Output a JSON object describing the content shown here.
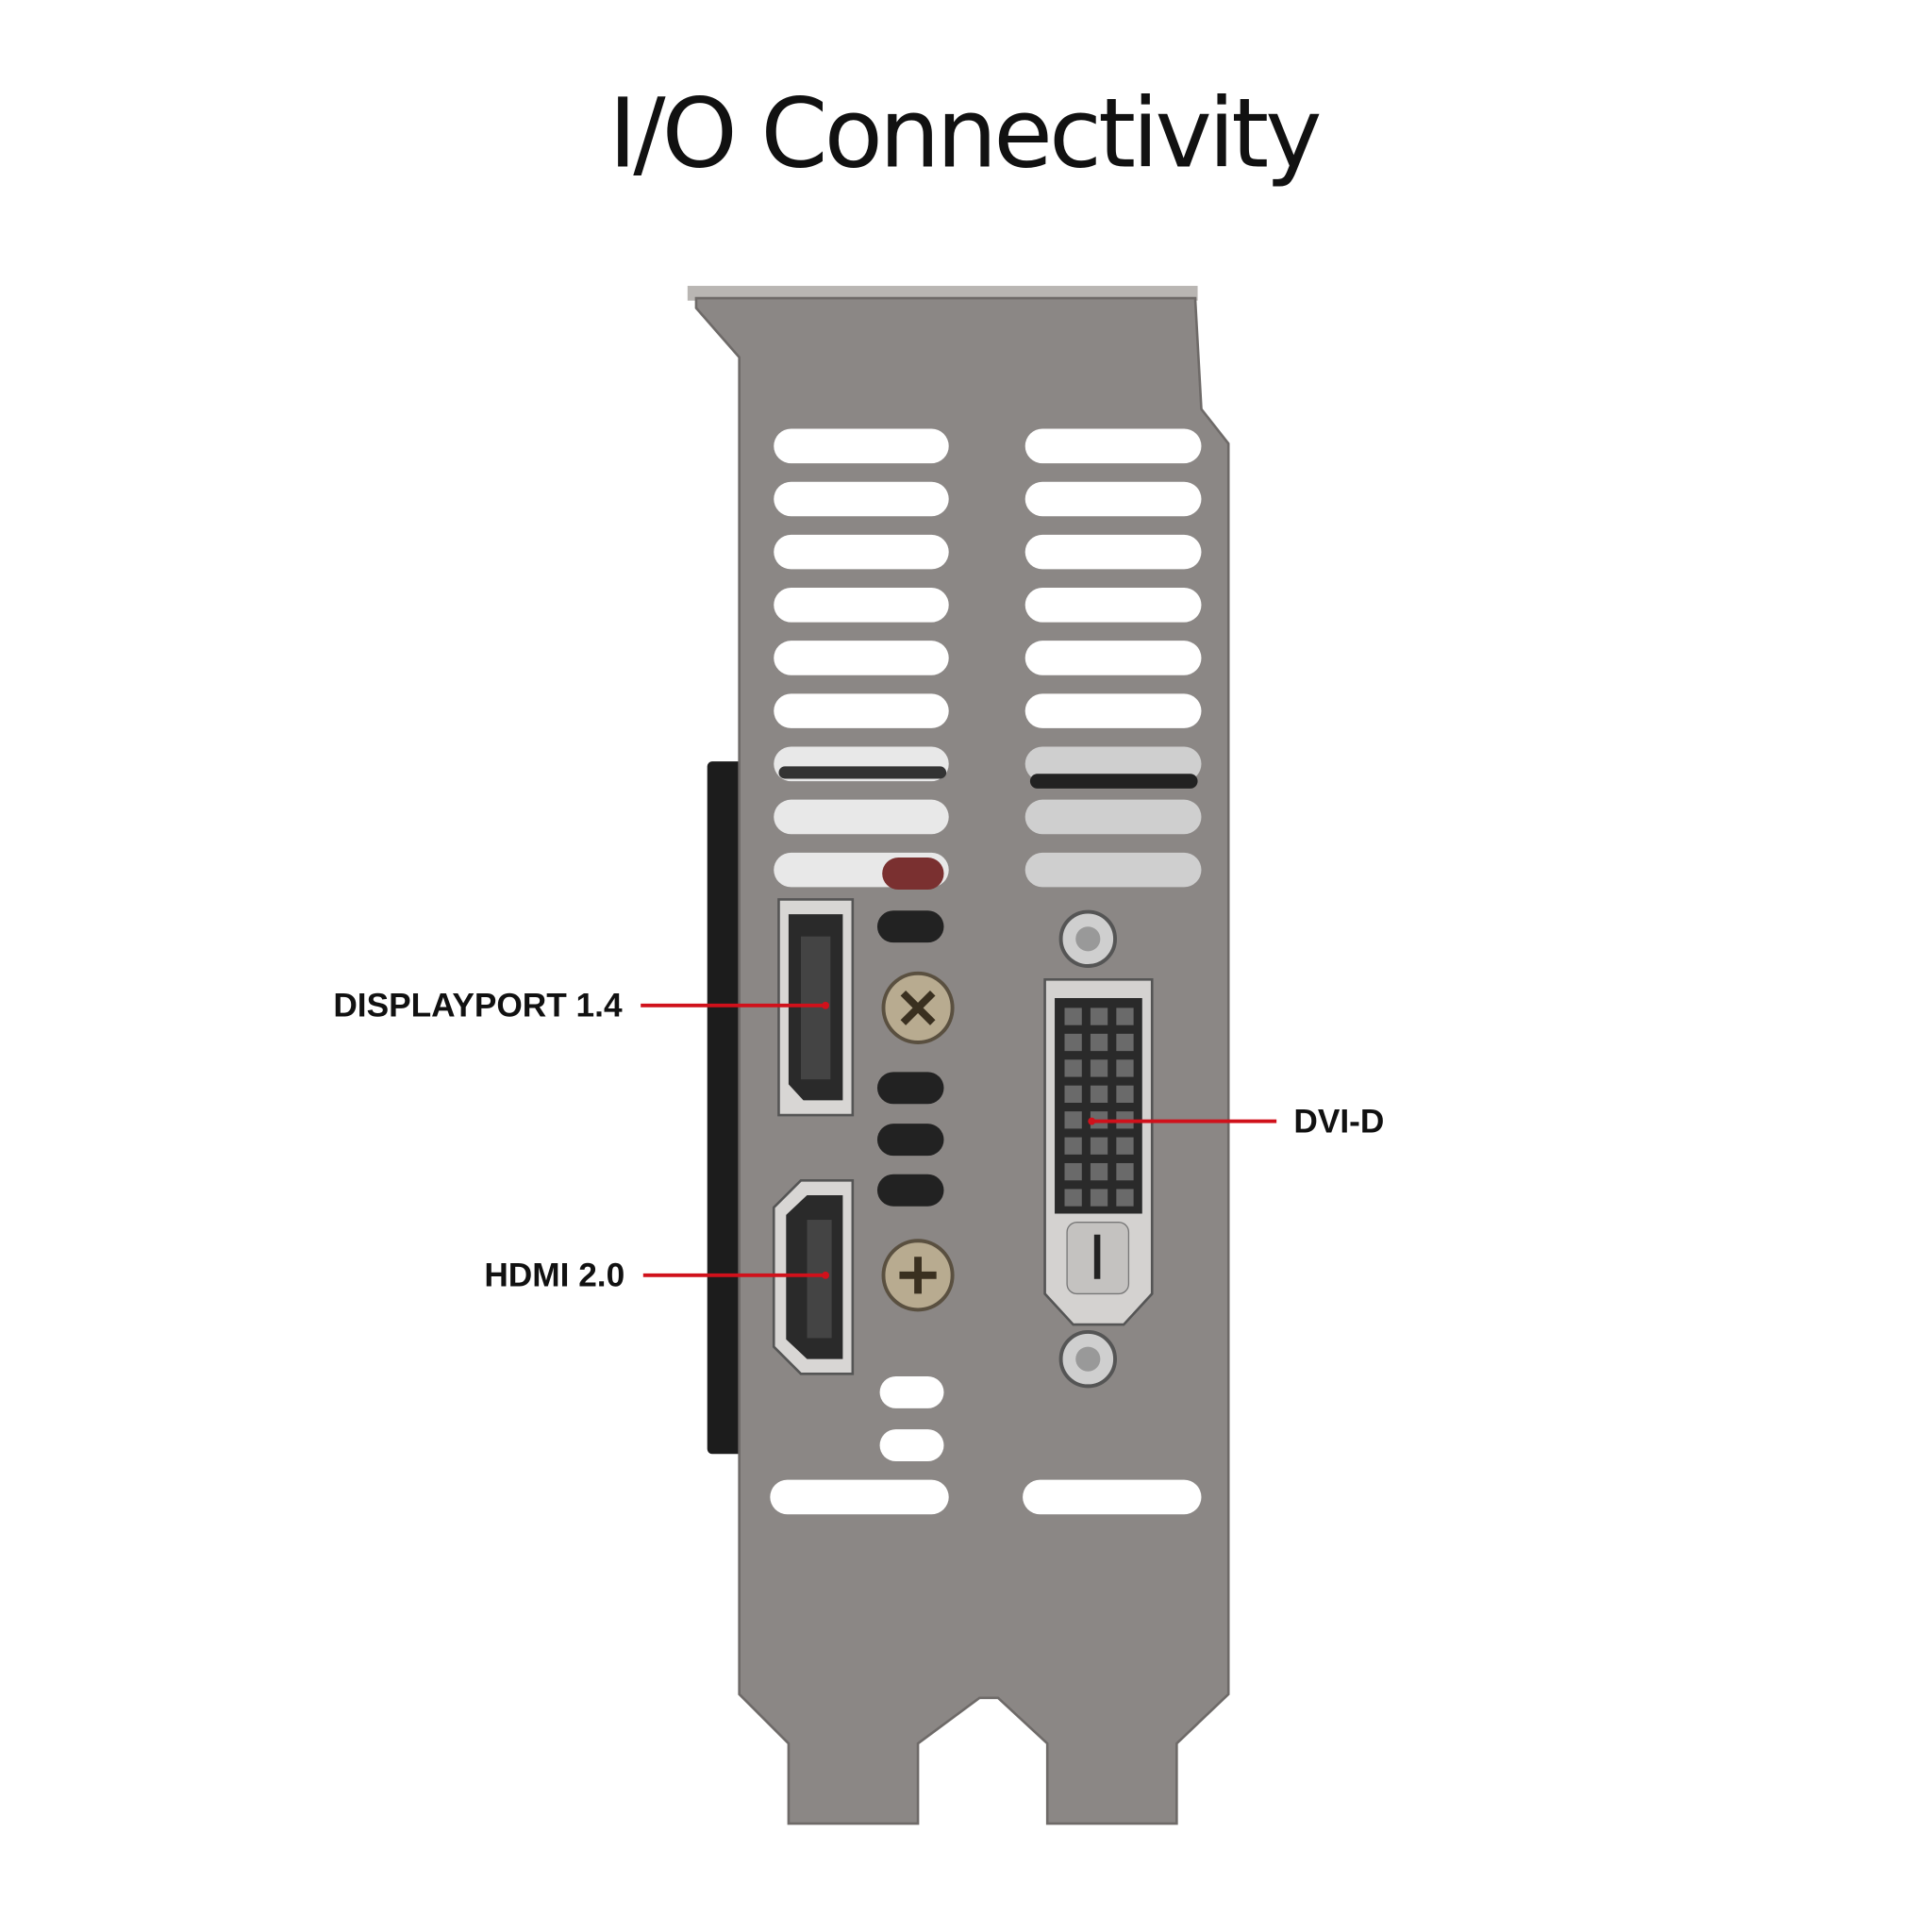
{
  "title": "I/O Connectivity",
  "labels": {
    "displayport": "DISPLAYPORT 1.4",
    "hdmi": "HDMI 2.0",
    "dvi": "DVI-D"
  },
  "colors": {
    "bracket": "#8b8785",
    "leader_line": "#d0111b",
    "background": "#ffffff"
  }
}
